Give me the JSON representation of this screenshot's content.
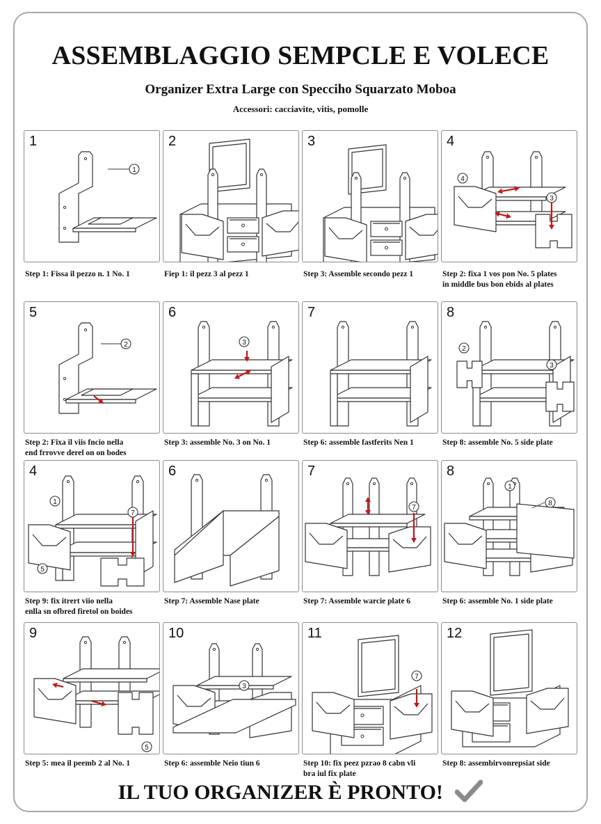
{
  "header": {
    "title": "ASSEMBLAGGIO SEMPCLE E VOLECE",
    "subtitle": "Organizer Extra Large con Specciho Squarzato Moboa",
    "accessories": "Accessori: cacciavite, vitis, pomolle"
  },
  "steps": [
    {
      "number": "1",
      "caption": "Step 1: Fissa il pezzo n. 1 No. 1",
      "callouts": [
        "1"
      ]
    },
    {
      "number": "2",
      "caption": "Fiep 1: il pezz 3 al pezz 1",
      "callouts": []
    },
    {
      "number": "3",
      "caption": "Step 3: Assemble secondo pezz 1",
      "callouts": []
    },
    {
      "number": "4",
      "caption": "Step 2: fixa 1 vos pon No. 5 plates\nin middle bus bon ebids al plates",
      "callouts": [
        "4",
        "3"
      ]
    },
    {
      "number": "5",
      "caption": "Step 2: Fixa il viis fncio nella\nend frrovve derel on on bodes",
      "callouts": [
        "2"
      ]
    },
    {
      "number": "6",
      "caption": "Step 3: assemble No. 3 on No. 1",
      "callouts": [
        "3"
      ]
    },
    {
      "number": "7",
      "caption": "Step 6: assemble fastferits Nen 1",
      "callouts": []
    },
    {
      "number": "8",
      "caption": "Step 8: assemble No. 5 side plate",
      "callouts": [
        "2",
        "3"
      ]
    },
    {
      "number": "4",
      "caption": "Step 9: fix itrert viio nella\nenlla sn ofbred firetol on boides",
      "callouts": [
        "1",
        "7",
        "5"
      ]
    },
    {
      "number": "6",
      "caption": "Step 7: Assemble Nase plate",
      "callouts": []
    },
    {
      "number": "7",
      "caption": "Step 7: Assemble warcie plate 6",
      "callouts": [
        "7"
      ]
    },
    {
      "number": "8",
      "caption": "Step 6: assemble No. 1 side plate",
      "callouts": [
        "1",
        "8"
      ]
    },
    {
      "number": "9",
      "caption": "Step 5: mea il peemb 2 al No. 1",
      "callouts": [
        "5"
      ]
    },
    {
      "number": "10",
      "caption": "Step 6: assemble Neio tiun 6",
      "callouts": [
        "3"
      ]
    },
    {
      "number": "11",
      "caption": "Step 10: fix peez pzrao 8 cabn vli\nbra iul fix plate",
      "callouts": [
        "7"
      ]
    },
    {
      "number": "12",
      "caption": "Step 8: assembirvonrepsiat side",
      "callouts": []
    }
  ],
  "footer": {
    "text": "IL TUO ORGANIZER È PRONTO!",
    "icon": "check-icon",
    "check_color": "#8a8a8a"
  },
  "colors": {
    "arrow": "#c0181a",
    "line": "#333333",
    "border": "#8a8a8a"
  }
}
